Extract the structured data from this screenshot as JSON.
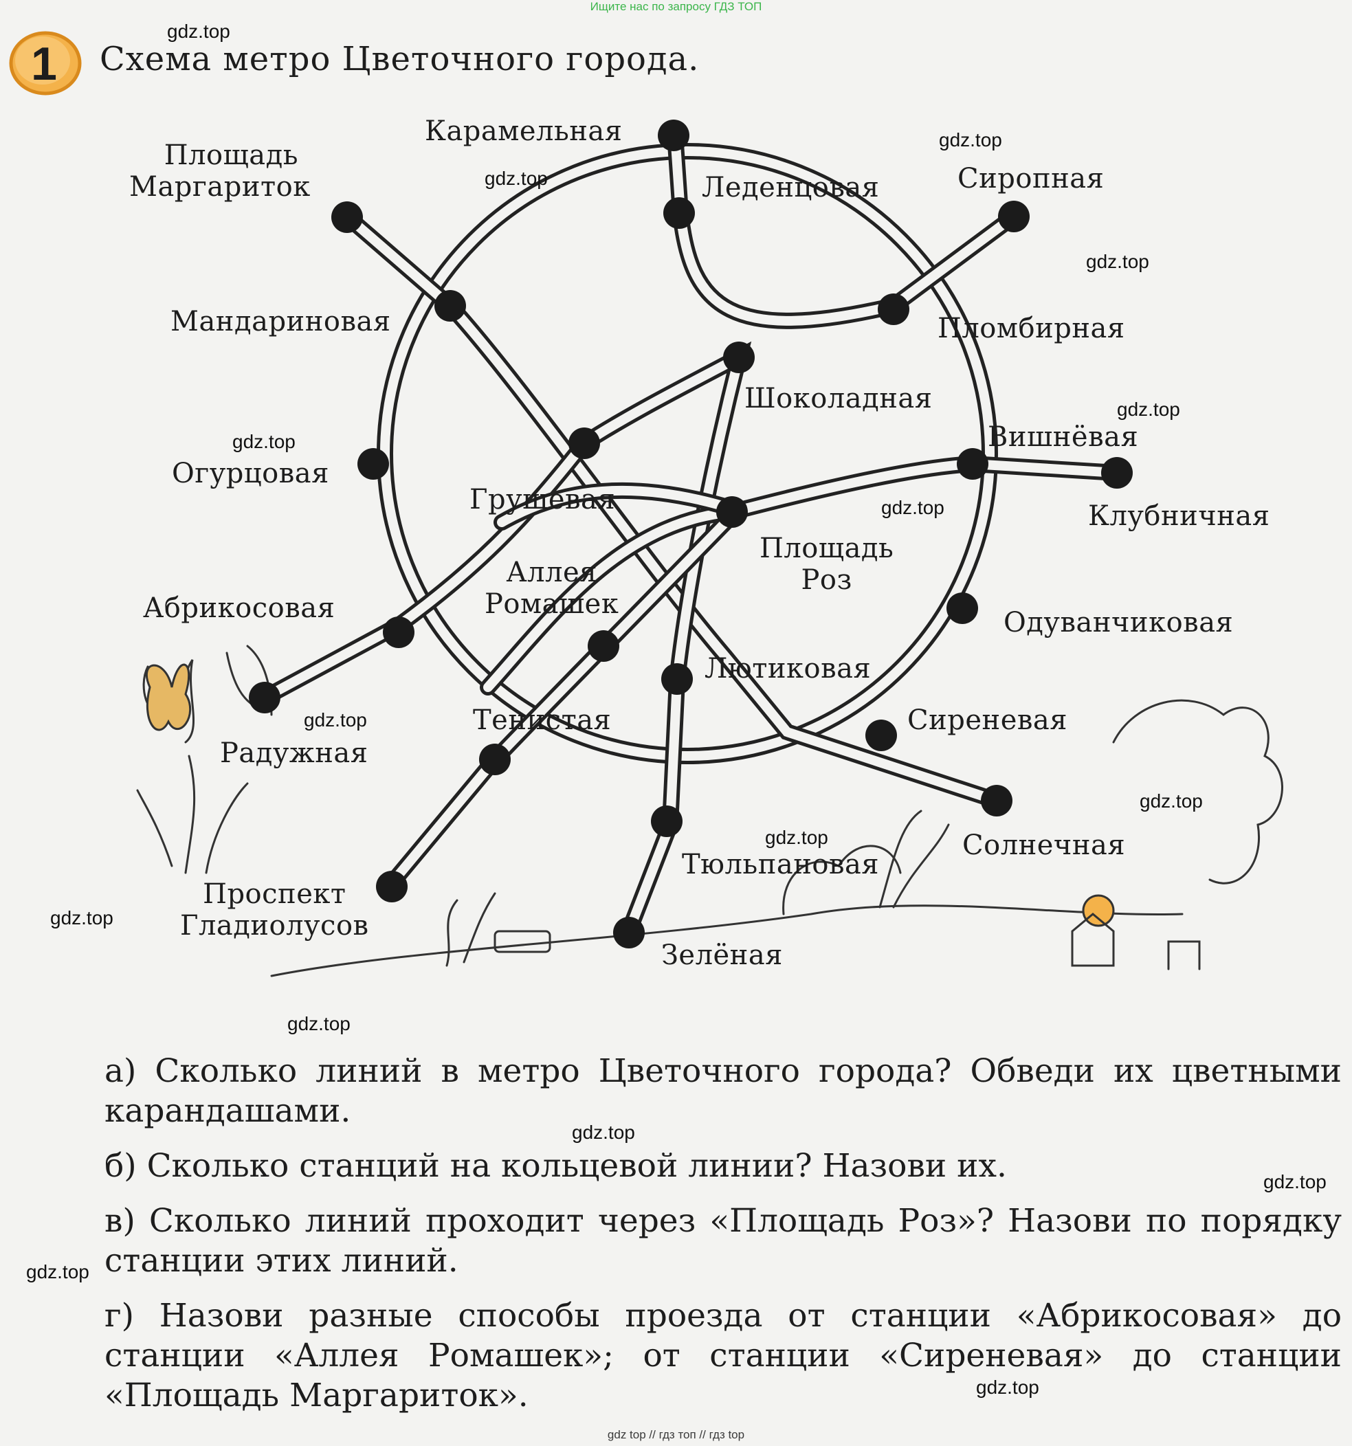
{
  "banner_top": "Ищите нас по запросу ГДЗ ТОП",
  "task": {
    "number": "1",
    "title": "Схема метро Цветочного города."
  },
  "stations": {
    "karamelnaya": "Карамельная",
    "ploshchad_margaritok": [
      "Площадь",
      "Маргариток"
    ],
    "ledentsovaya": "Леденцовая",
    "siropnaya": "Сиропная",
    "mandarinovaya": "Мандариновая",
    "plombirnaya": "Пломбирная",
    "shokoladnaya": "Шоколадная",
    "vishnevaya": "Вишнёвая",
    "ogurtsovaya": "Огурцовая",
    "grushevaya": "Грушевая",
    "klubnichnaya": "Клубничная",
    "ploshchad_roz": [
      "Площадь",
      "Роз"
    ],
    "alleya_romashek": [
      "Аллея",
      "Ромашек"
    ],
    "abrikosovaya": "Абрикосовая",
    "oduvanchikovaya": "Одуванчиковая",
    "lyutikovaya": "Лютиковая",
    "tenistaya": "Тенистая",
    "sirenevaya": "Сиреневая",
    "raduzhnaya": "Радужная",
    "solnechnaya": "Солнечная",
    "tyulpanovaya": "Тюльпановая",
    "prospekt_gladiolusov": [
      "Проспект",
      "Гладиолусов"
    ],
    "zelenaya": "Зелёная"
  },
  "watermark": "gdz.top",
  "questions": [
    "а) Сколько линий в метро Цветочного города? Обведи их цветными карандашами.",
    "б) Сколько станций на кольцевой линии? Назови их.",
    "в) Сколько линий проходит через «Площадь Роз»? Назови по порядку станции этих линий.",
    "г) Назови разные способы проезда от станции «Абрикосовая» до станции «Аллея Ромашек»; от станции «Сиреневая» до станции «Площадь Маргариток»."
  ],
  "banner_bottom": "gdz top  //  гдз топ  //  гдз top",
  "colors": {
    "banner_green": "#3bb54a",
    "badge_orange": "#f4b24a",
    "line": "#222222"
  }
}
